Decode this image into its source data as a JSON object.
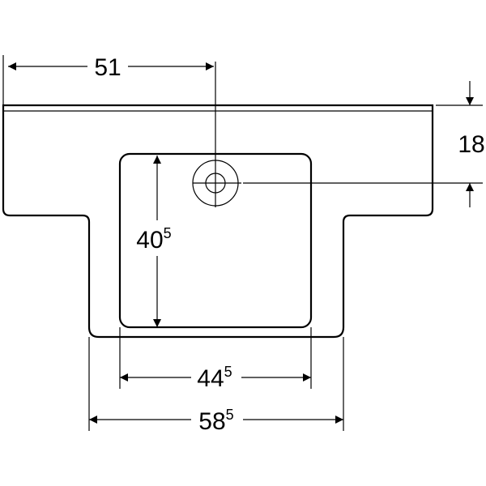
{
  "dimensions": {
    "top_width": {
      "main": "51",
      "sup": ""
    },
    "rim_height": {
      "main": "18",
      "sup": ""
    },
    "bowl_depth": {
      "main": "40",
      "sup": "5"
    },
    "bowl_width": {
      "main": "44",
      "sup": "5"
    },
    "overall_width": {
      "main": "58",
      "sup": "5"
    }
  },
  "colors": {
    "line": "#000000",
    "background": "#ffffff"
  }
}
